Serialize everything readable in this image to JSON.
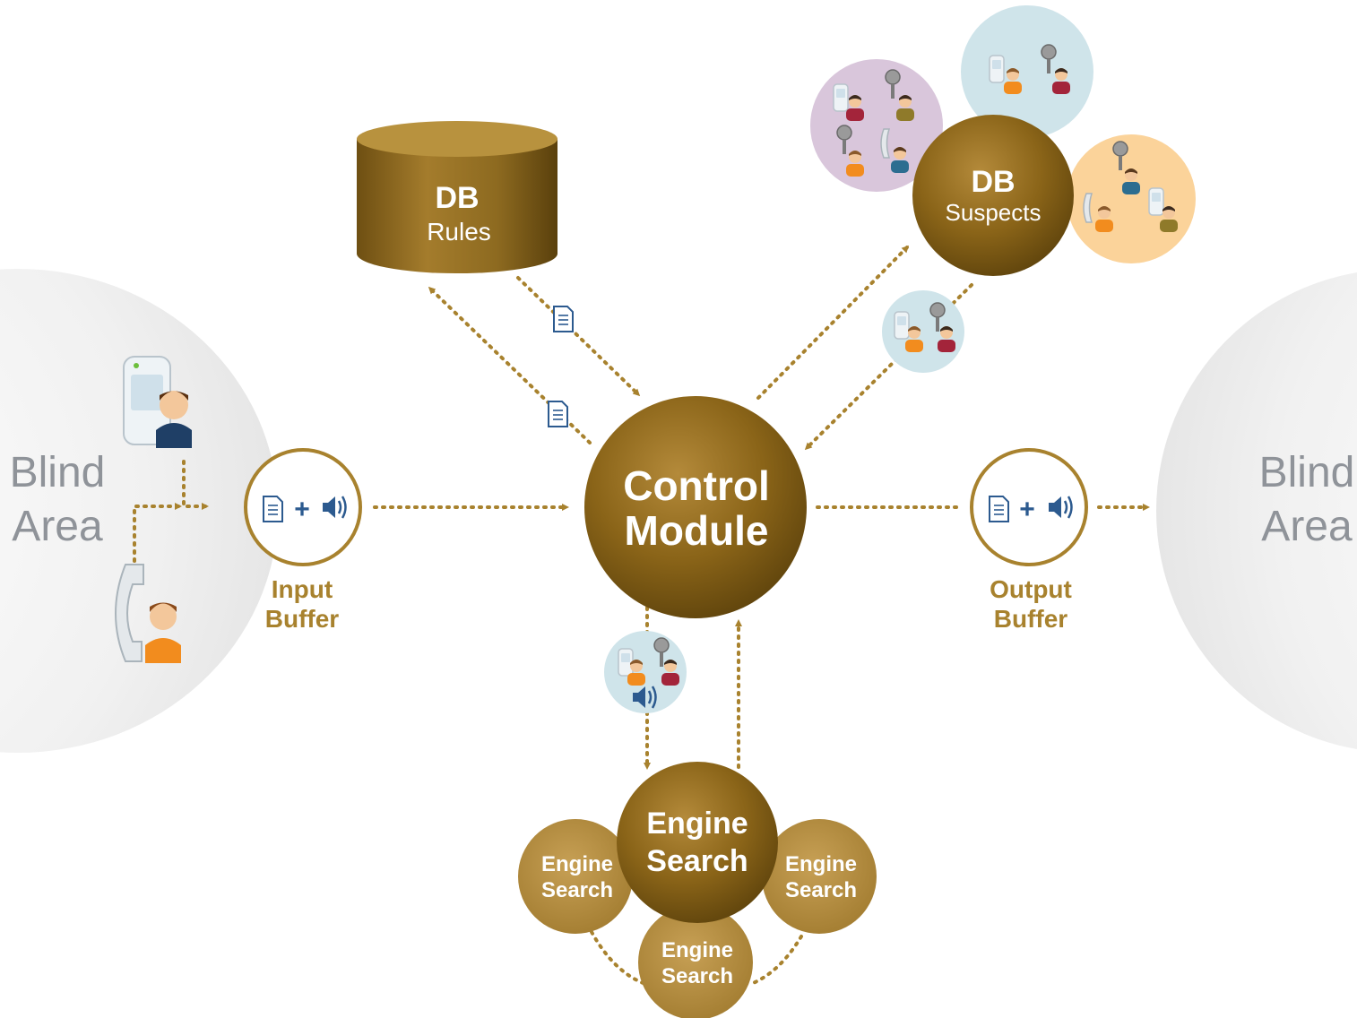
{
  "colors": {
    "gold_dark": "#7c5a14",
    "gold": "#a8822e",
    "gold_light": "#c9a55a",
    "text_white": "#ffffff",
    "blind_text": "#8f9399",
    "halo_purple": "#d9c6db",
    "halo_blue": "#cfe4ea",
    "halo_orange": "#fbd39a"
  },
  "blind_left": {
    "line1": "Blind",
    "line2": "Area"
  },
  "blind_right": {
    "line1": "Blind",
    "line2": "Area"
  },
  "input_buffer": {
    "line1": "Input",
    "line2": "Buffer",
    "plus": "+"
  },
  "output_buffer": {
    "line1": "Output",
    "line2": "Buffer",
    "plus": "+"
  },
  "control_module": {
    "line1": "Control",
    "line2": "Module"
  },
  "db_rules": {
    "line1": "DB",
    "line2": "Rules"
  },
  "db_suspects": {
    "line1": "DB",
    "line2": "Suspects"
  },
  "engine_main": {
    "line1": "Engine",
    "line2": "Search"
  },
  "engine_left": {
    "line1": "Engine",
    "line2": "Search"
  },
  "engine_right": {
    "line1": "Engine",
    "line2": "Search"
  },
  "engine_bottom": {
    "line1": "Engine",
    "line2": "Search"
  },
  "icons": [
    "mobile-phone-icon",
    "telephone-handset-icon",
    "person-icon",
    "document-icon",
    "speaker-icon",
    "microphone-icon"
  ]
}
